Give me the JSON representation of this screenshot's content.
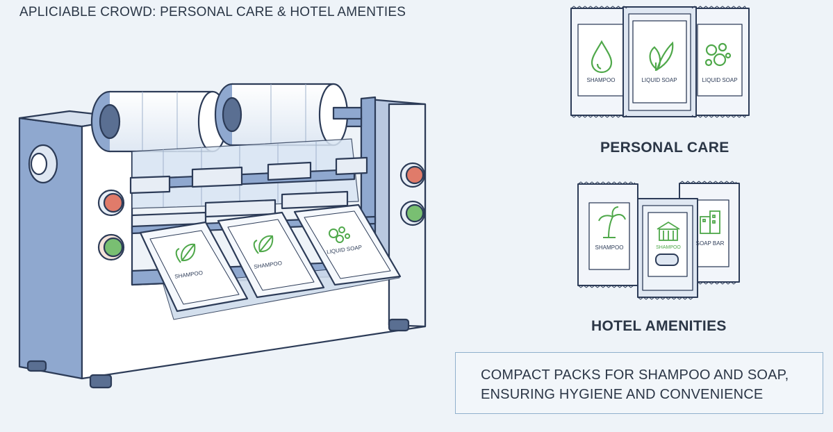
{
  "headline": "APLICIABLE CROWD: PERSONAL CARE & HOTEL AMENTIES",
  "machine": {
    "packet_labels": [
      "SHAMPOO",
      "SHAMPOO",
      "LIQUID SOAP"
    ]
  },
  "personal_care": {
    "title": "PERSONAL CARE",
    "packets": [
      "SHAMPOO",
      "LIQUID SOAP",
      "LIQUID SOAP"
    ]
  },
  "hotel_amenities": {
    "title": "HOTEL AMENITIES",
    "packets": [
      "SHAMPOO",
      "SHAMPOO",
      "SOAP BAR"
    ]
  },
  "note": {
    "line1": "COMPACT PACKS FOR SHAMPOO AND SOAP,",
    "line2": "ENSURING HYGIENE AND CONVENIENCE"
  },
  "colors": {
    "outline": "#2c3b57",
    "machine_blue": "#8fa8cf",
    "green": "#4fa84a",
    "red_button": "#e07b6a",
    "green_button": "#79bf72"
  }
}
